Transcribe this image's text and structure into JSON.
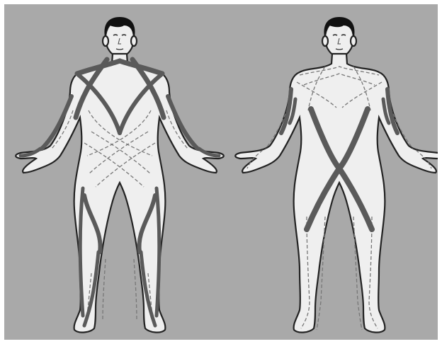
{
  "figure": {
    "background": "#a9a9a9",
    "figures": [
      {
        "id": "front-left",
        "description_name": "body-figure-anterior"
      },
      {
        "id": "front-right",
        "description_name": "body-figure-anterior"
      }
    ],
    "colors": {
      "skin": "#efefef",
      "outline": "#222222",
      "hair": "#111111",
      "band": "#5a5a5a",
      "dashed_line": "#777777"
    }
  }
}
